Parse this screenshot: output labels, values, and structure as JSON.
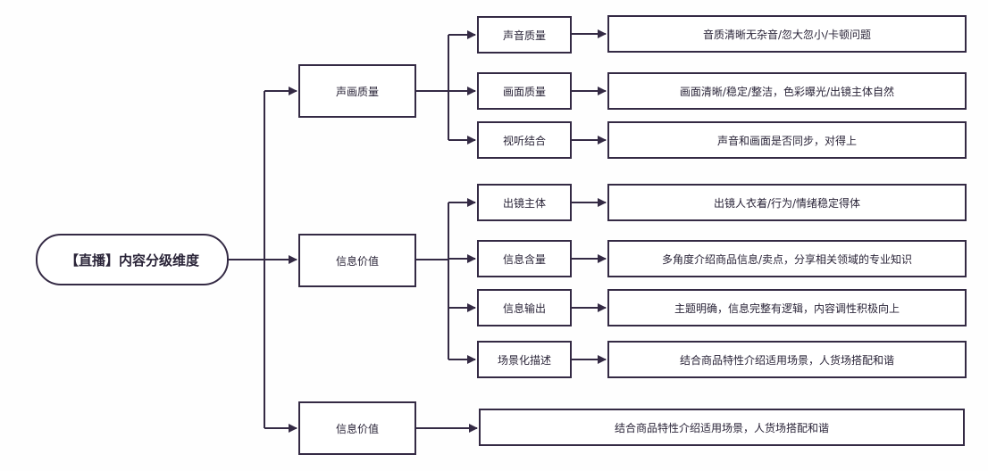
{
  "root": {
    "label": "【直播】内容分级维度"
  },
  "branches": [
    {
      "label": "声画质量",
      "children": [
        {
          "label": "声音质量",
          "detail": "音质清晰无杂音/忽大忽小/卡顿问题"
        },
        {
          "label": "画面质量",
          "detail": "画面清晰/稳定/整洁，色彩曝光/出镜主体自然"
        },
        {
          "label": "视听结合",
          "detail": "声音和画面是否同步，对得上"
        }
      ]
    },
    {
      "label": "信息价值",
      "children": [
        {
          "label": "出镜主体",
          "detail": "出镜人衣着/行为/情绪稳定得体"
        },
        {
          "label": "信息含量",
          "detail": "多角度介绍商品信息/卖点，分享相关领域的专业知识"
        },
        {
          "label": "信息输出",
          "detail": "主题明确，信息完整有逻辑，内容调性积极向上"
        },
        {
          "label": "场景化描述",
          "detail": "结合商品特性介绍适用场景，人货场搭配和谐"
        }
      ]
    },
    {
      "label": "信息价值",
      "detail": "结合商品特性介绍适用场景，人货场搭配和谐"
    }
  ],
  "colors": {
    "stroke": "#342a44"
  }
}
